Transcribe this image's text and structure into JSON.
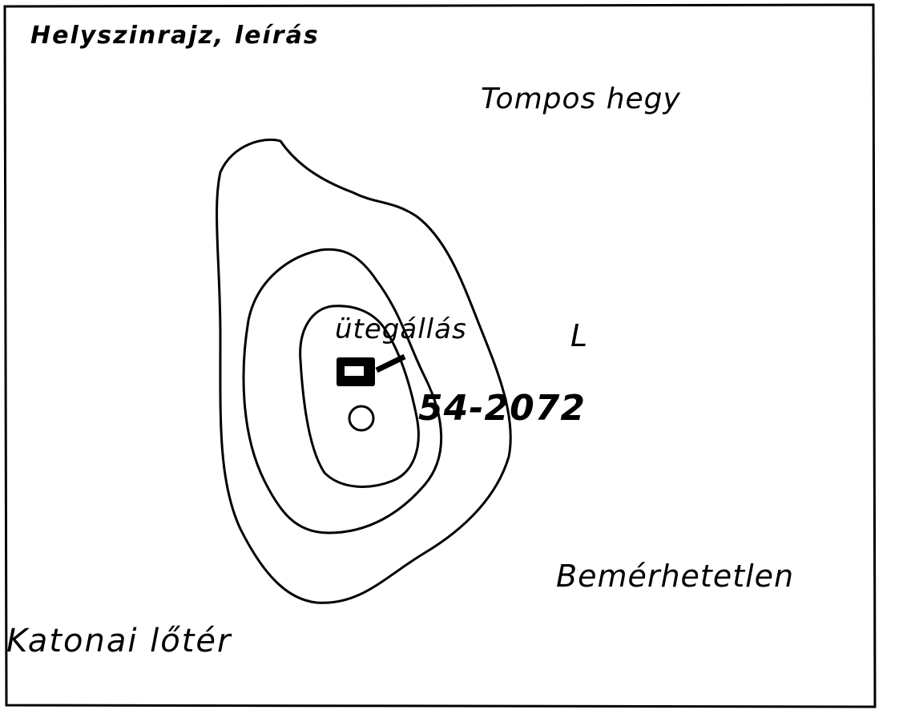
{
  "sheet": {
    "title": "Helyszinrajz, leírás",
    "place_name": "Tompos hegy",
    "feature_label": "ütegállás",
    "marker_symbol": "L",
    "point_code": "54-2072",
    "note": "Bemérhetetlen",
    "area_label": "Katonai lőtér"
  }
}
